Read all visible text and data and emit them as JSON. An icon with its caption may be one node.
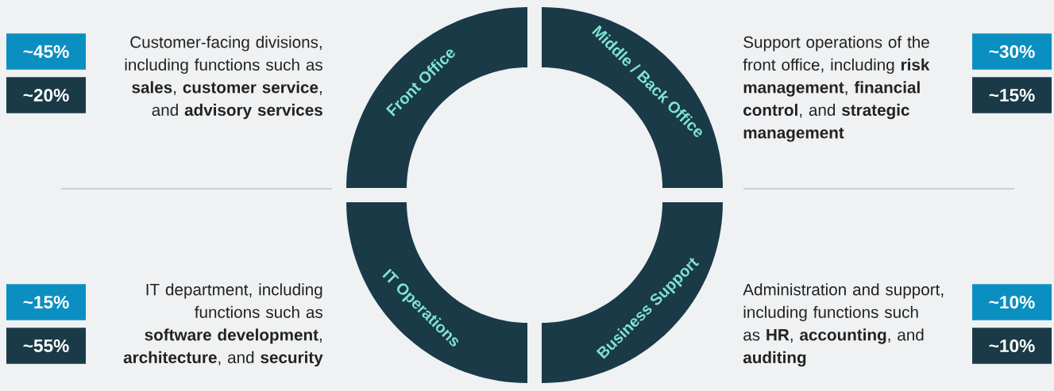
{
  "diagram": {
    "nodes": [
      {
        "text": [
          "~45%"
        ]
      },
      {
        "text": [
          "~20%"
        ]
      },
      {
        "text": [
          "Front Office"
        ]
      },
      {
        "text": [
          "Middle / Back Office"
        ]
      },
      {
        "text": [
          "~30%"
        ]
      },
      {
        "text": [
          "~15%"
        ]
      },
      {
        "text": [
          "~15%"
        ]
      },
      {
        "text": [
          "~55%"
        ]
      },
      {
        "text": [
          "IT Operations"
        ]
      },
      {
        "text": [
          "Business Support"
        ]
      },
      {
        "text": [
          "~10%"
        ]
      },
      {
        "text": [
          "~10%"
        ]
      }
    ],
    "labels": [
      "Customer-facing divisions, including functions such as **sales**, **customer service**, and **advisory services**",
      "Support operations of the front office, including **risk management**, **financial control**, and **strategic management**",
      "IT department, including functions such as **software development**, **architecture**, and **security**",
      "Administration and support, including functions such as **HR**, **accounting**, and **auditing**"
    ]
  }
}
